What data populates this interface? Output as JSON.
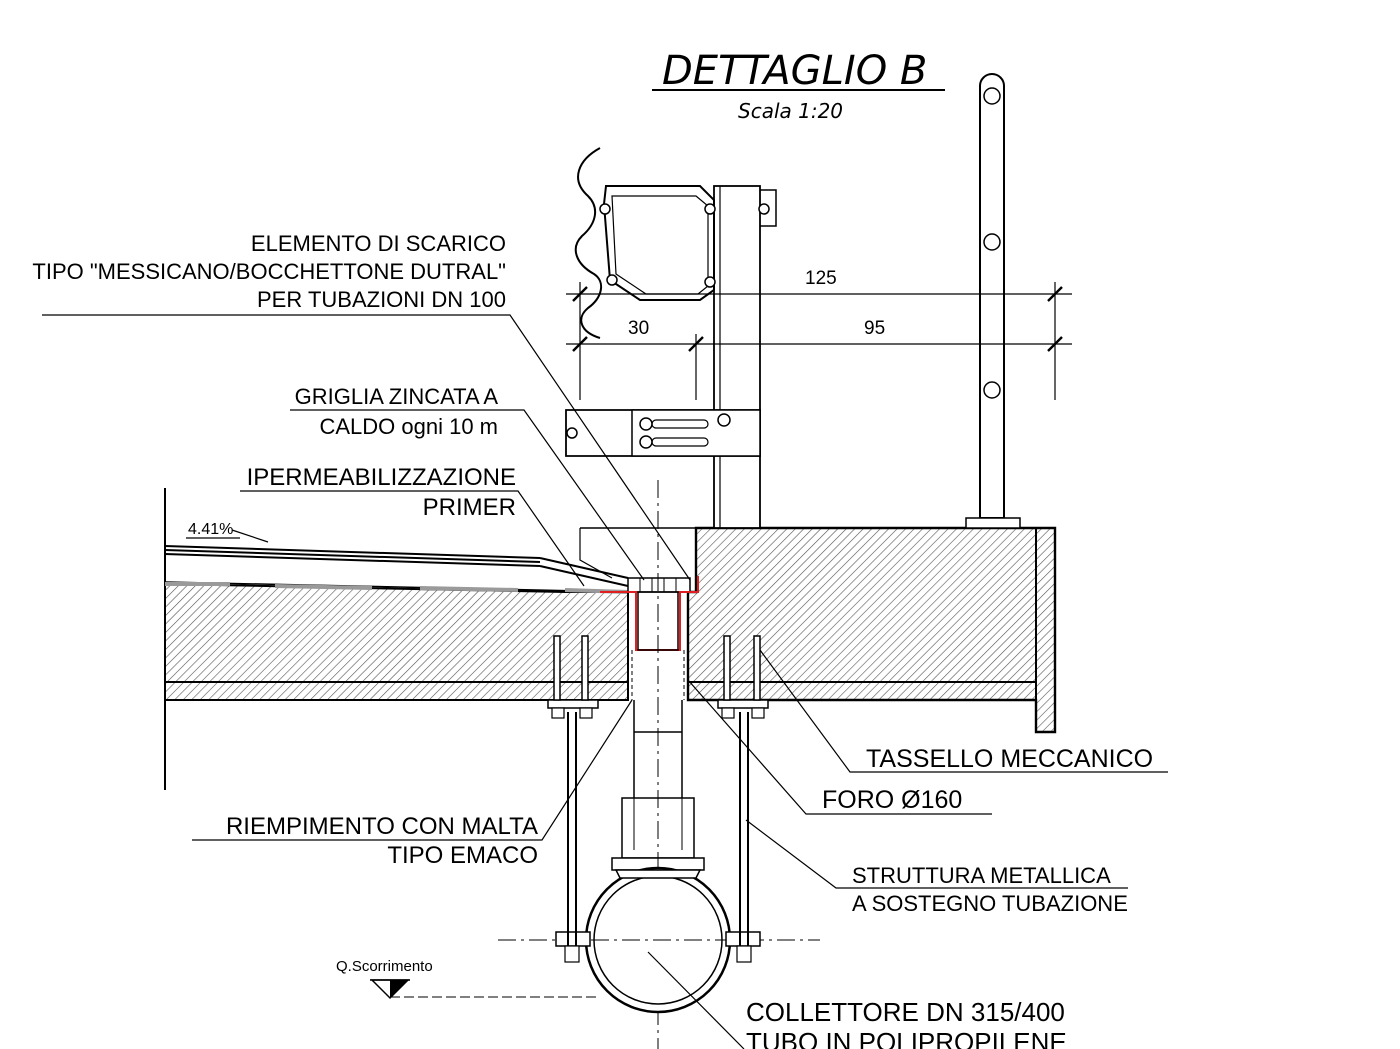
{
  "title": "DETTAGLIO B",
  "scale": "Scala 1:20",
  "labels": {
    "elemento_1": "ELEMENTO DI SCARICO",
    "elemento_2": "TIPO \"MESSICANO/BOCCHETTONE DUTRAL\"",
    "elemento_3": "PER TUBAZIONI DN 100",
    "griglia_1": "GRIGLIA ZINCATA A",
    "griglia_2": "CALDO ogni 10 m",
    "iperm_1": "IPERMEABILIZZAZIONE",
    "iperm_2": "PRIMER",
    "slope": "4.41%",
    "tassello": "TASSELLO MECCANICO",
    "foro": "FORO Ø160",
    "riemp_1": "RIEMPIMENTO CON MALTA",
    "riemp_2": "TIPO EMACO",
    "struttura_1": "STRUTTURA METALLICA",
    "struttura_2": "A SOSTEGNO TUBAZIONE",
    "qscorr": "Q.Scorrimento",
    "collettore_1": "COLLETTORE DN 315/400",
    "collettore_2": "TUBO IN POLIPROPILENE"
  },
  "dimensions": {
    "total": "125",
    "left": "30",
    "right": "95"
  },
  "colors": {
    "line": "#000000",
    "membrane": "#e02020",
    "asphalt_grey": "#9a9a9a"
  }
}
